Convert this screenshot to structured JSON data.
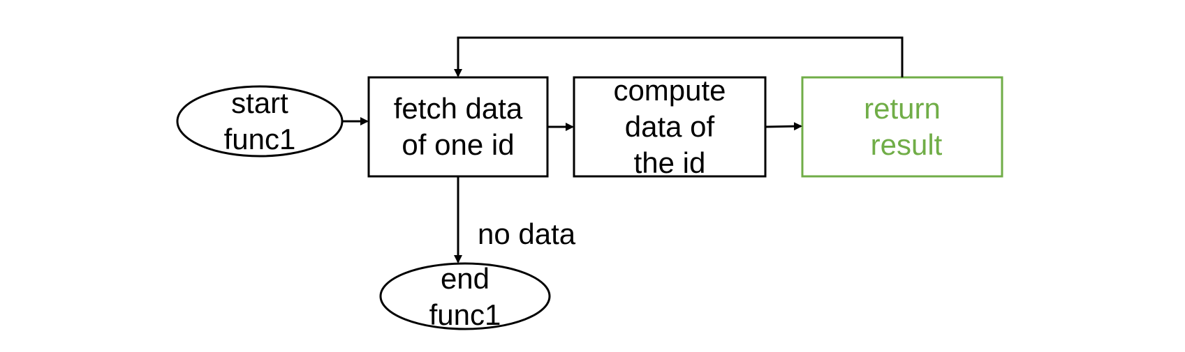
{
  "colors": {
    "stroke": "#000000",
    "accent": "#70ad47",
    "text": "#000000"
  },
  "nodes": {
    "start": {
      "line1": "start",
      "line2": "func1"
    },
    "fetch": {
      "line1": "fetch data",
      "line2": "of one id"
    },
    "compute": {
      "line1": "compute",
      "line2": "data of",
      "line3": "the id"
    },
    "return": {
      "line1": "return",
      "line2": "result"
    },
    "end": {
      "line1": "end",
      "line2": "func1"
    }
  },
  "edges": {
    "fetch_to_end_label": "no data"
  }
}
